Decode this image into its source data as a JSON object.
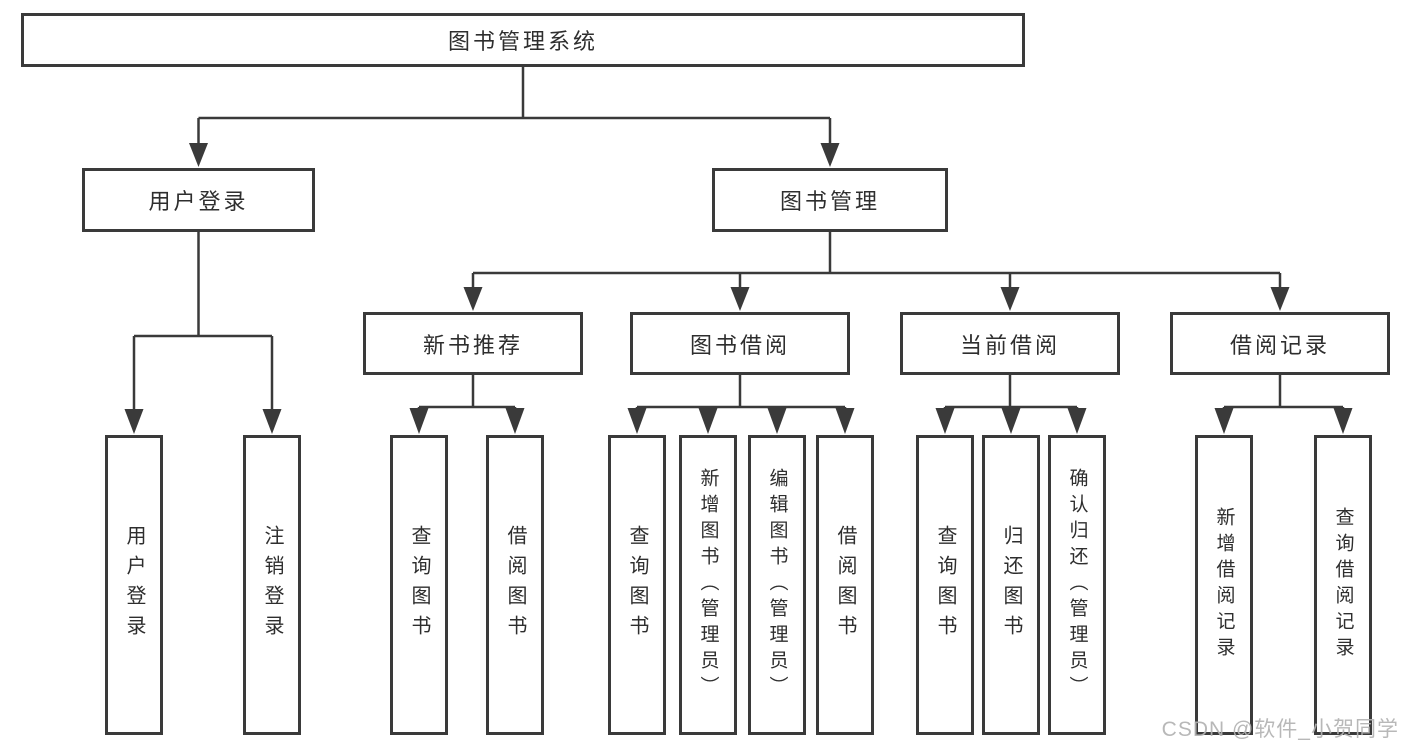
{
  "diagram": {
    "root": {
      "label": "图书管理系统"
    },
    "level2": {
      "user_login": {
        "label": "用户登录"
      },
      "book_management": {
        "label": "图书管理"
      }
    },
    "level3": {
      "new_book_recommend": {
        "label": "新书推荐"
      },
      "book_borrow": {
        "label": "图书借阅"
      },
      "current_borrow": {
        "label": "当前借阅"
      },
      "borrow_records": {
        "label": "借阅记录"
      }
    },
    "leaves": {
      "user_login": [
        "用户登录",
        "注销登录"
      ],
      "new_book_recommend": [
        "查询图书",
        "借阅图书"
      ],
      "book_borrow": [
        "查询图书",
        "新增图书（管理员）",
        "编辑图书（管理员）",
        "借阅图书"
      ],
      "current_borrow": [
        "查询图书",
        "归还图书",
        "确认归还（管理员）"
      ],
      "borrow_records": [
        "新增借阅记录",
        "查询借阅记录"
      ]
    }
  },
  "watermark": {
    "text": "CSDN @软件_小贺同学"
  },
  "colors": {
    "line": "#3a3a3a",
    "text": "#2e2e2e",
    "watermark": "#b2b2b2",
    "background": "#ffffff"
  }
}
